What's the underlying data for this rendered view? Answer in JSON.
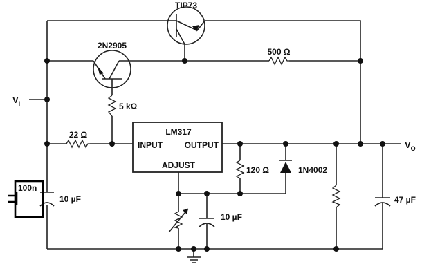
{
  "components": {
    "tip73": "TIP73",
    "q2n2905": "2N2905",
    "r500": "500 Ω",
    "r5k": "5 kΩ",
    "r22": "22 Ω",
    "r120": "120 Ω",
    "d1n4002": "1N4002",
    "c10uf_in": "10 µF",
    "c10uf_adj": "10 µF",
    "c47uf": "47 µF",
    "c100n": "100n"
  },
  "regulator": {
    "name": "LM317",
    "input": "INPUT",
    "output": "OUTPUT",
    "adjust": "ADJUST"
  },
  "nodes": {
    "vin_main": "V",
    "vin_sub": "I",
    "vout_main": "V",
    "vout_sub": "O"
  }
}
